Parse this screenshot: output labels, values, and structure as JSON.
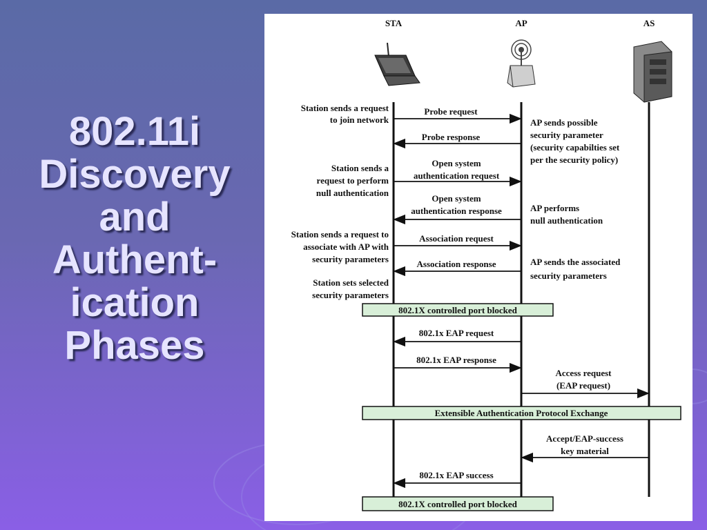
{
  "slide": {
    "title_lines": [
      "802.11i",
      "Discovery",
      "and",
      "Authent-",
      "ication",
      "Phases"
    ]
  },
  "diagram": {
    "entities": [
      "STA",
      "AP",
      "AS"
    ],
    "messages": [
      {
        "text": [
          "Probe request"
        ],
        "from": "STA",
        "to": "AP"
      },
      {
        "text": [
          "Probe response"
        ],
        "from": "AP",
        "to": "STA"
      },
      {
        "text": [
          "Open system",
          "authentication request"
        ],
        "from": "STA",
        "to": "AP"
      },
      {
        "text": [
          "Open system",
          "authentication  response"
        ],
        "from": "AP",
        "to": "STA"
      },
      {
        "text": [
          "Association request"
        ],
        "from": "STA",
        "to": "AP"
      },
      {
        "text": [
          "Association response"
        ],
        "from": "AP",
        "to": "STA"
      },
      {
        "text": [
          "802.1x EAP request"
        ],
        "from": "AP",
        "to": "STA"
      },
      {
        "text": [
          "802.1x EAP response"
        ],
        "from": "STA",
        "to": "AP"
      },
      {
        "text": [
          "Access request",
          "(EAP request)"
        ],
        "from": "AP",
        "to": "AS"
      },
      {
        "text": [
          "Accept/EAP-success",
          "key material"
        ],
        "from": "AS",
        "to": "AP"
      },
      {
        "text": [
          "802.1x EAP success"
        ],
        "from": "AP",
        "to": "STA"
      }
    ],
    "sta_notes": [
      [
        "Station sends a request",
        "to join network"
      ],
      [
        "Station sends a",
        "request to perform",
        "null authentication"
      ],
      [
        "Station sends a request to",
        "associate with AP with",
        "security parameters"
      ],
      [
        "Station sets selected",
        "security parameters"
      ]
    ],
    "ap_notes": [
      [
        "AP sends possible",
        "security parameter",
        "(security capabilties set",
        "per the security policy)"
      ],
      [
        "AP performs",
        "null authentication"
      ],
      [
        "AP sends the associated",
        "security parameters"
      ]
    ],
    "phase_bars": [
      "802.1X controlled port blocked",
      "Extensible Authentication Protocol Exchange",
      "802.1X controlled port blocked"
    ],
    "colors": {
      "phase_bar_fill": "#d8efd8",
      "line": "#111111"
    }
  }
}
